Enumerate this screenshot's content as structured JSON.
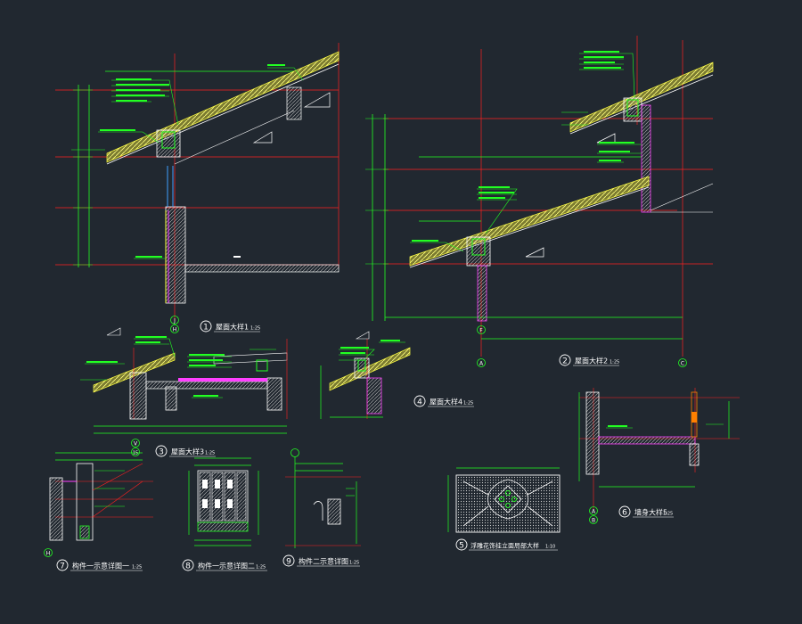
{
  "drawing": {
    "background": "#212830",
    "colors": {
      "green": "#22ff22",
      "red": "#ff2020",
      "white": "#ffffff",
      "magenta": "#ff40ff",
      "yellow": "#ffff40",
      "cyan": "#40ffff",
      "orange": "#ff8000",
      "grey": "#c0c0c0"
    },
    "details": [
      {
        "num": "1",
        "title": "屋面大样1",
        "scale": "1:25"
      },
      {
        "num": "2",
        "title": "屋面大样2",
        "scale": "1:25"
      },
      {
        "num": "3",
        "title": "屋面大样3",
        "scale": "1:25"
      },
      {
        "num": "4",
        "title": "屋面大样4",
        "scale": "1:25"
      },
      {
        "num": "5",
        "title": "浮雕花饰挂立面局部大样",
        "scale": "1:10"
      },
      {
        "num": "6",
        "title": "墙身大样5",
        "scale": "1:25"
      },
      {
        "num": "7",
        "title": "构件一示意详图一",
        "scale": "1:25"
      },
      {
        "num": "8",
        "title": "构件一示意详图二",
        "scale": "1:25"
      },
      {
        "num": "9",
        "title": "构件二示意详图",
        "scale": "1:25"
      }
    ],
    "axis_labels": {
      "d1_a": "J",
      "d1_b": "H",
      "d2_a": "F",
      "d2_b": "A",
      "d2_c": "C",
      "d3_a": "V",
      "d3_b": "15",
      "d6_a": "A",
      "d6_b": "B",
      "d7_a": "H"
    }
  }
}
